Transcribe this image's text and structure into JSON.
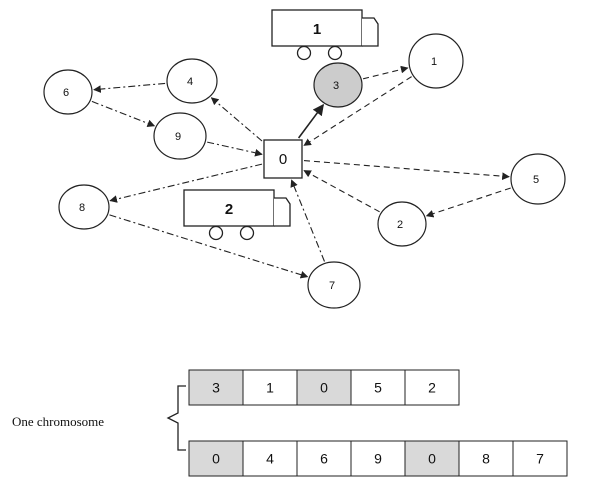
{
  "diagram": {
    "depot": {
      "id": "depot",
      "label": "0"
    },
    "customers": [
      {
        "id": "c1",
        "label": "1",
        "fill": "#ffffff"
      },
      {
        "id": "c2",
        "label": "2",
        "fill": "#ffffff"
      },
      {
        "id": "c3",
        "label": "3",
        "fill": "#cccccc"
      },
      {
        "id": "c4",
        "label": "4",
        "fill": "#ffffff"
      },
      {
        "id": "c5",
        "label": "5",
        "fill": "#ffffff"
      },
      {
        "id": "c6",
        "label": "6",
        "fill": "#ffffff"
      },
      {
        "id": "c7",
        "label": "7",
        "fill": "#ffffff"
      },
      {
        "id": "c8",
        "label": "8",
        "fill": "#ffffff"
      },
      {
        "id": "c9",
        "label": "9",
        "fill": "#ffffff"
      }
    ],
    "trucks": [
      {
        "id": "truck1",
        "label": "1"
      },
      {
        "id": "truck2",
        "label": "2"
      }
    ],
    "routes": [
      {
        "route": 1,
        "style": "solid",
        "edges": [
          [
            "depot",
            "c3"
          ]
        ]
      },
      {
        "route": 1,
        "style": "dashed",
        "edges": [
          [
            "c3",
            "c1"
          ],
          [
            "c1",
            "depot"
          ],
          [
            "depot",
            "c5"
          ],
          [
            "c5",
            "c2"
          ],
          [
            "c2",
            "depot"
          ]
        ]
      },
      {
        "route": 2,
        "style": "dash-dot",
        "edges": [
          [
            "depot",
            "c4"
          ],
          [
            "c4",
            "c6"
          ],
          [
            "c6",
            "c9"
          ],
          [
            "c9",
            "depot"
          ],
          [
            "depot",
            "c8"
          ],
          [
            "c8",
            "c7"
          ],
          [
            "c7",
            "depot"
          ]
        ]
      }
    ]
  },
  "chromosome": {
    "label": "One chromosome",
    "rows": [
      {
        "genes": [
          {
            "value": "3",
            "shaded": true
          },
          {
            "value": "1",
            "shaded": false
          },
          {
            "value": "0",
            "shaded": true
          },
          {
            "value": "5",
            "shaded": false
          },
          {
            "value": "2",
            "shaded": false
          }
        ]
      },
      {
        "genes": [
          {
            "value": "0",
            "shaded": true
          },
          {
            "value": "4",
            "shaded": false
          },
          {
            "value": "6",
            "shaded": false
          },
          {
            "value": "9",
            "shaded": false
          },
          {
            "value": "0",
            "shaded": true
          },
          {
            "value": "8",
            "shaded": false
          },
          {
            "value": "7",
            "shaded": false
          }
        ]
      }
    ]
  },
  "colors": {
    "shade": "#d9d9d9",
    "stroke": "#222222"
  }
}
